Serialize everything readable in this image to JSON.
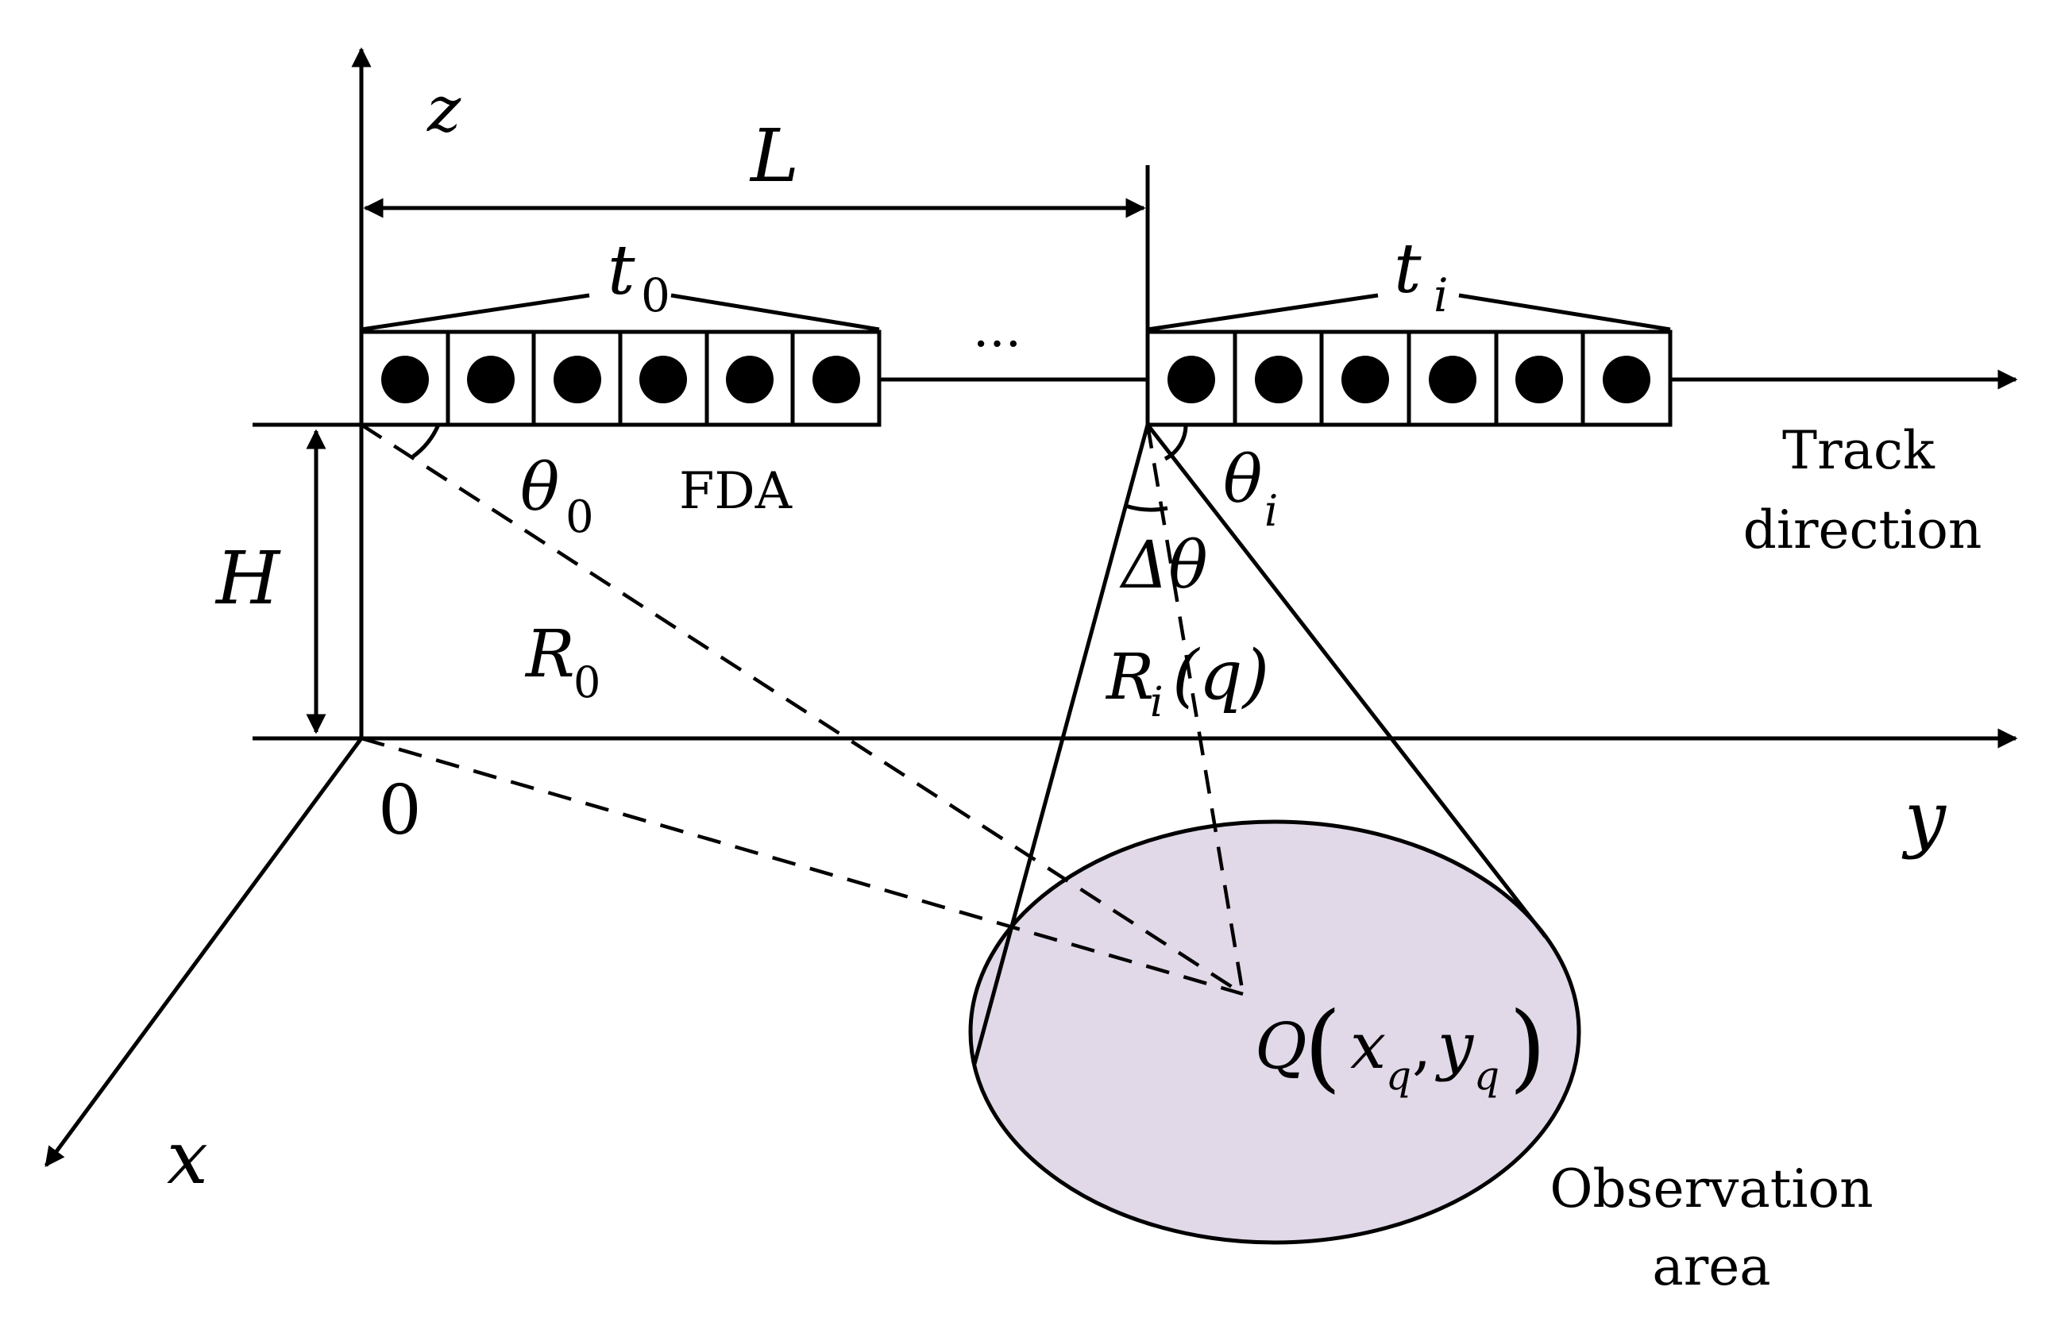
{
  "labels": {
    "z_axis": "z",
    "y_axis": "y",
    "x_axis": "x",
    "origin": "0",
    "length": "L",
    "height": "H",
    "time_first": "t",
    "time_first_sub": "0",
    "time_i": "t",
    "time_i_sub": "i",
    "dots": "···",
    "fda": "FDA",
    "theta0": "θ",
    "theta0_sub": "0",
    "thetai": "θ",
    "thetai_sub": "i",
    "delta_theta": "Δθ",
    "r0": "R",
    "r0_sub": "0",
    "ri": "R",
    "ri_sub": "i",
    "ri_arg": "(q)",
    "q_point": "Q",
    "q_open": "(",
    "q_x": "x",
    "q_x_sub": "q",
    "q_comma": ",",
    "q_y": "y",
    "q_y_sub": "q",
    "q_close": ")",
    "track_line1": "Track",
    "track_line2": "direction",
    "obs_line1": "Observation",
    "obs_line2": "area"
  },
  "colors": {
    "observation_fill": "#e1d8e8",
    "line": "#000000"
  }
}
